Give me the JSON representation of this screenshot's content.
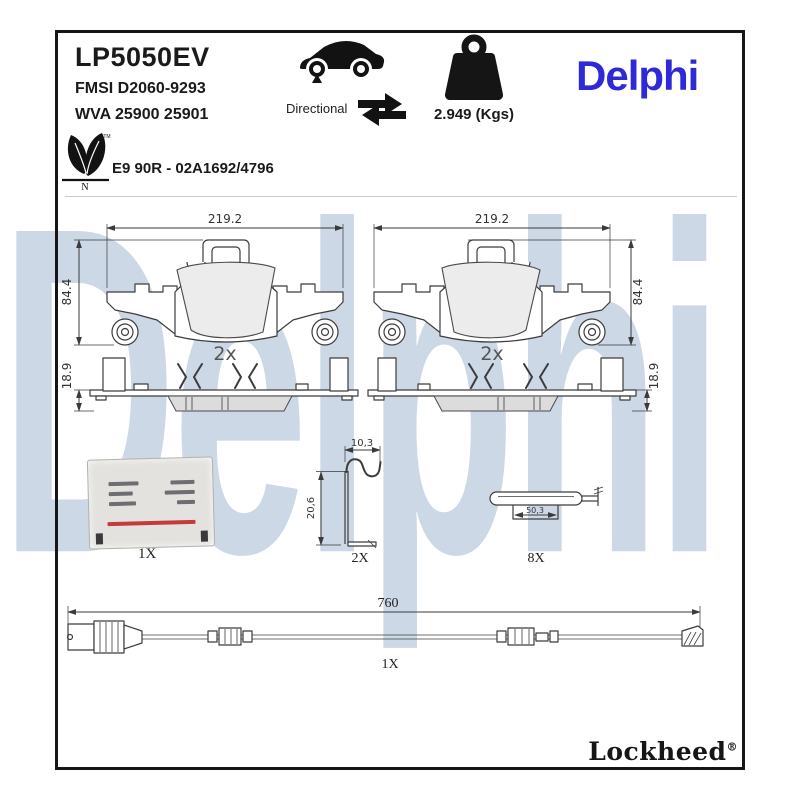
{
  "header": {
    "part_number": "LP5050EV",
    "fmsi": "FMSI D2060-9293",
    "wva": "WVA 25900 25901",
    "directional_label": "Directional",
    "weight": "2.949 (Kgs)",
    "brand_logo": "Delphi",
    "eco": {
      "letter": "N",
      "tm": "TM"
    },
    "approval": "E9 90R - 02A1692/4796"
  },
  "watermark": "Delphi",
  "drawings": {
    "pad_front_left": {
      "width": "219.2",
      "height": "84.4",
      "qty": "2x"
    },
    "pad_front_right": {
      "width": "219.2",
      "height": "84.4",
      "qty": "2x"
    },
    "pad_side_left": {
      "thickness": "18.9"
    },
    "pad_side_right": {
      "thickness": "18.9"
    },
    "grease_packet": {
      "qty": "1X"
    },
    "wear_clip": {
      "width": "10,3",
      "height": "20,6",
      "qty": "2X"
    },
    "shim": {
      "width": "50,3",
      "qty": "8X"
    },
    "wear_sensor": {
      "length": "760",
      "qty": "1X"
    }
  },
  "footer": {
    "brand": "Lockheed",
    "reg": "®"
  },
  "colors": {
    "brand_blue": "#2d2ad6",
    "watermark_blue": "#ccd8e6"
  }
}
